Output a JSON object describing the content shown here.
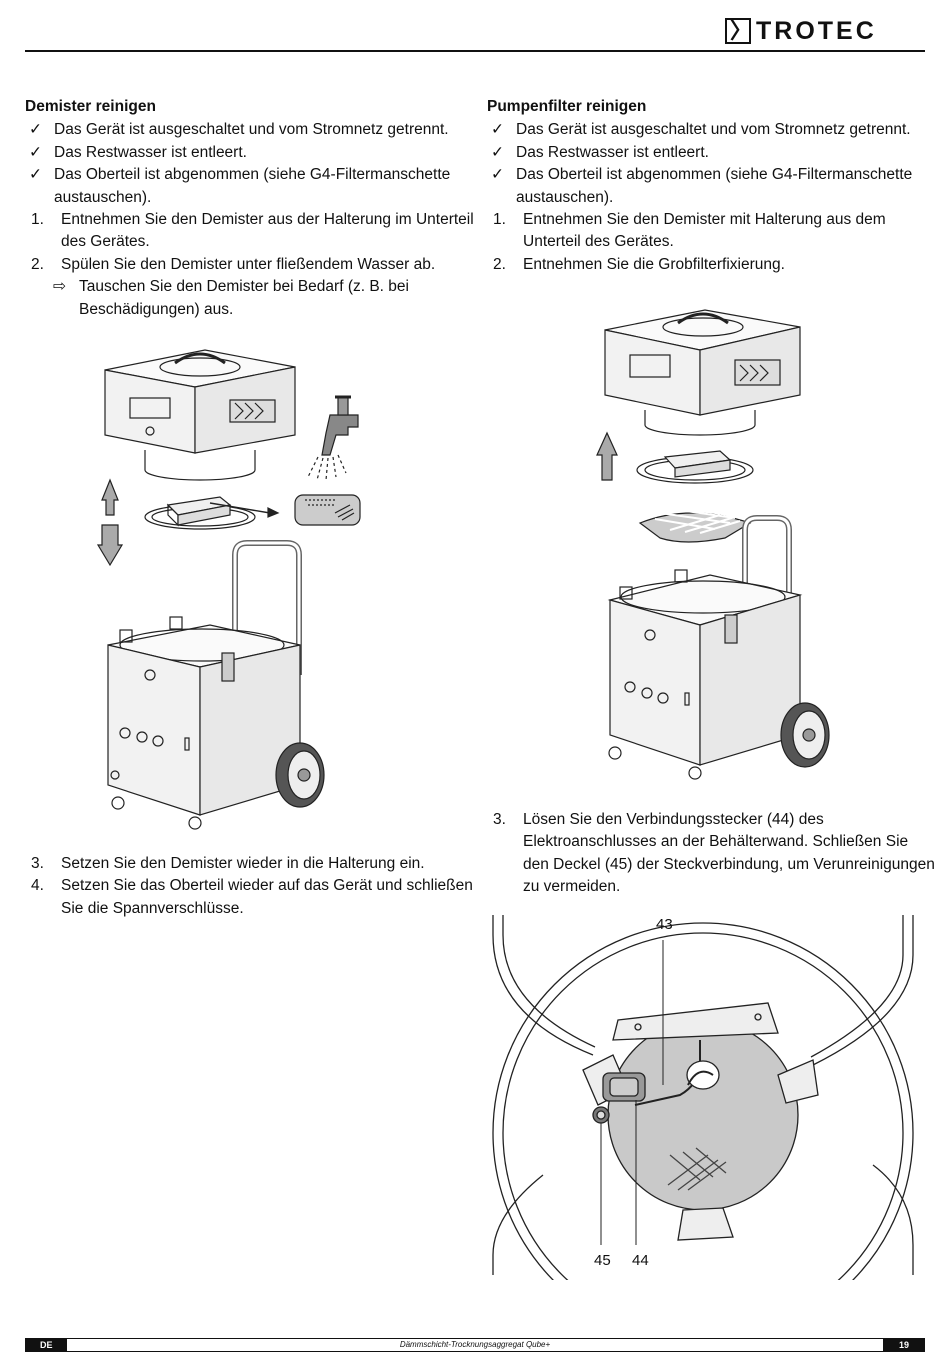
{
  "brand": {
    "logo_text": "TROTEC",
    "logo_glyph": "〉"
  },
  "left": {
    "heading": "Demister reinigen",
    "checks": [
      "Das Gerät ist ausgeschaltet und vom Stromnetz getrennt.",
      "Das Restwasser ist entleert.",
      "Das Oberteil ist abgenommen (siehe G4-Filtermanschette austauschen)."
    ],
    "steps": [
      {
        "n": "1.",
        "text": "Entnehmen Sie den Demister aus der Halterung im Unterteil des Gerätes."
      },
      {
        "n": "2.",
        "text": "Spülen Sie den Demister unter fließendem Wasser ab."
      }
    ],
    "result": "Tauschen Sie den Demister bei Bedarf (z. B. bei Beschädigungen) aus.",
    "steps_after": [
      {
        "n": "3.",
        "text": "Setzen Sie den Demister wieder in die Halterung ein."
      },
      {
        "n": "4.",
        "text": "Setzen Sie das Oberteil wieder auf das Gerät und schließen Sie die Spannverschlüsse."
      }
    ]
  },
  "right": {
    "heading": "Pumpenfilter reinigen",
    "checks": [
      "Das Gerät ist ausgeschaltet und vom Stromnetz getrennt.",
      "Das Restwasser ist entleert.",
      "Das Oberteil ist abgenommen (siehe G4-Filtermanschette austauschen)."
    ],
    "steps": [
      {
        "n": "1.",
        "text": "Entnehmen Sie den Demister mit Halterung aus dem Unterteil des Gerätes."
      },
      {
        "n": "2.",
        "text": "Entnehmen Sie die Grobfilterfixierung."
      }
    ],
    "steps_after": [
      {
        "n": "3.",
        "text": "Lösen Sie den Verbindungsstecker (44) des Elektroanschlusses an der Behälterwand. Schließen Sie den Deckel (45) der Steckverbindung, um Verunreinigungen zu vermeiden."
      }
    ],
    "callouts": {
      "c43": "43",
      "c44": "44",
      "c45": "45"
    }
  },
  "icons": {
    "check": "✓",
    "result_arrow": "⇨"
  },
  "footer": {
    "lang": "DE",
    "title": "Dämmschicht-Trocknungsaggregat Qube+",
    "page": "19"
  }
}
